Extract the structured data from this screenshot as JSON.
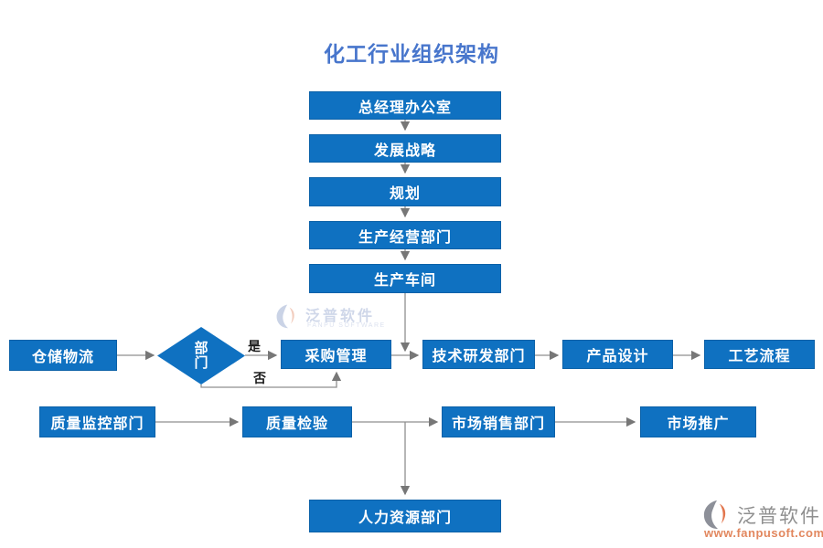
{
  "title": "化工行业组织架构",
  "nodes": {
    "gm_office": "总经理办公室",
    "dev_strategy": "发展战略",
    "planning": "规划",
    "prod_dept": "生产经营部门",
    "workshop": "生产车间",
    "warehouse": "仓储物流",
    "dept_decision": "部门",
    "procurement": "采购管理",
    "tech_rd": "技术研发部门",
    "product_design": "产品设计",
    "process_flow": "工艺流程",
    "quality_monitor": "质量监控部门",
    "quality_inspect": "质量检验",
    "sales": "市场销售部门",
    "marketing": "市场推广",
    "hr": "人力资源部门"
  },
  "branch_labels": {
    "yes": "是",
    "no": "否"
  },
  "watermarks": {
    "center": {
      "name": "泛普软件",
      "subtitle": "FANPU SOFTWARE"
    },
    "corner": {
      "name": "泛普软件",
      "url": "www.fanpusoft.com"
    }
  },
  "colors": {
    "node_fill": "#0f71c1",
    "node_border": "#0b61a8",
    "node_text": "#ffffff",
    "title_text": "#4876cc",
    "connector": "#8f8f8f",
    "branch_label_text": "#1a1a1a",
    "watermark_url_text": "#e2875e"
  }
}
